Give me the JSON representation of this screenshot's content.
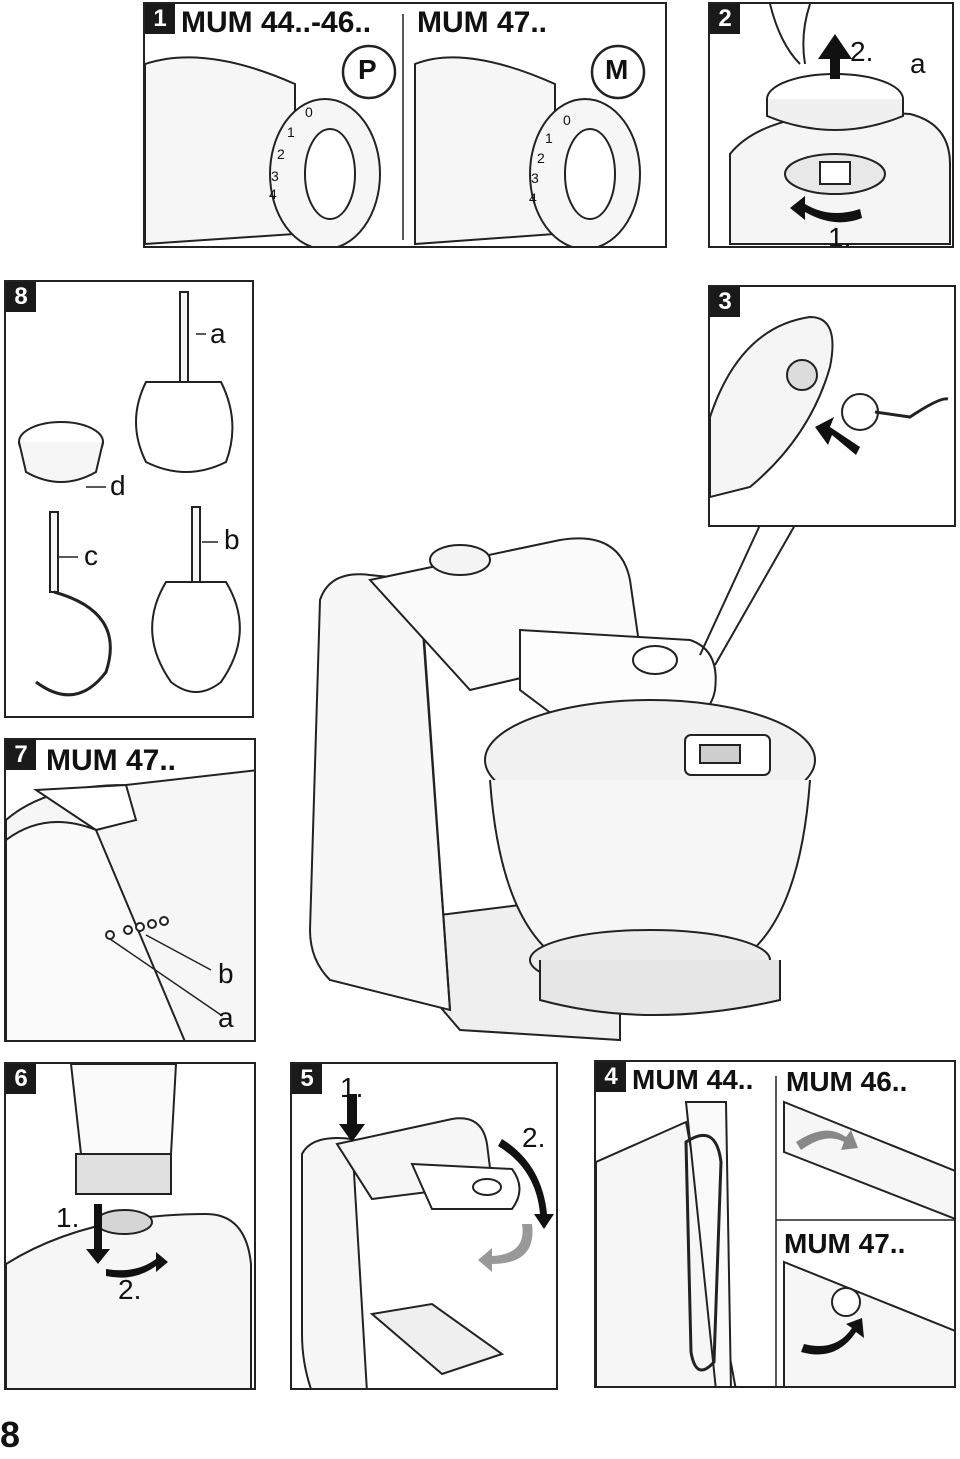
{
  "page_number": "8",
  "panels": {
    "p1": {
      "number": "1",
      "title_left": "MUM 44..-46..",
      "title_right": "MUM 47..",
      "icon_left": "P",
      "icon_right": "M",
      "dial_left": [
        "0",
        "1",
        "2",
        "3",
        "4"
      ],
      "dial_right": [
        "0",
        "1",
        "2",
        "3",
        "4"
      ]
    },
    "p2": {
      "number": "2",
      "step1": "1.",
      "step2": "2.",
      "label_a": "a"
    },
    "p8": {
      "number": "8",
      "label_a": "a",
      "label_b": "b",
      "label_c": "c",
      "label_d": "d"
    },
    "p3": {
      "number": "3"
    },
    "p7": {
      "number": "7",
      "title": "MUM 47..",
      "label_a": "a",
      "label_b": "b"
    },
    "p6": {
      "number": "6",
      "step1": "1.",
      "step2": "2."
    },
    "p5": {
      "number": "5",
      "step1": "1.",
      "step2": "2."
    },
    "p4": {
      "number": "4",
      "title_left": "MUM 44..",
      "title_right": "MUM 46..",
      "title_lower": "MUM 47.."
    }
  }
}
